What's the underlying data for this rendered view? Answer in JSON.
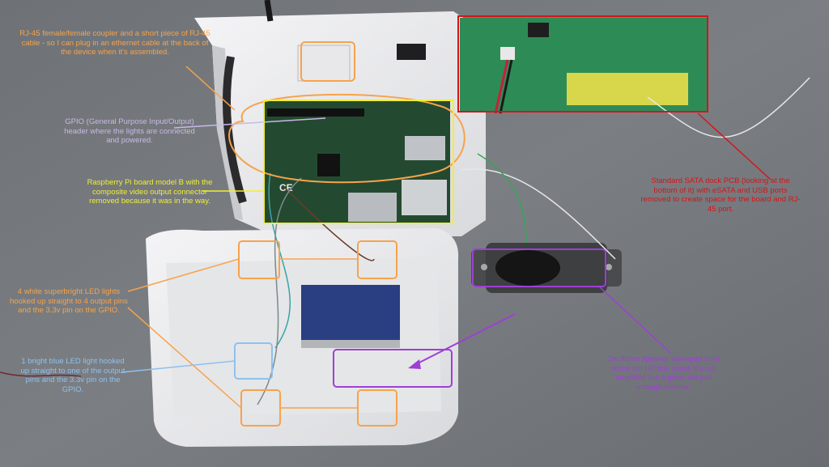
{
  "colors": {
    "orange": "#f7a34b",
    "lavender": "#c9b8e6",
    "yellow": "#f2ee34",
    "blue": "#8fc0ee",
    "red": "#d4151a",
    "purple": "#9d3fd6"
  },
  "annotations": {
    "rj45": "RJ-45 female/female coupler and a short piece of RJ-45 cable - so I can plug in an ethernet cable at the back of the device when it's assembled.",
    "gpio": "GPIO (General Purpose Input/Output) header where the lights are connected and powered.",
    "pi": "Raspberry Pi board model B with the composite video output connector removed because it was in the way.",
    "leds": "4 white superbright LED lights hooked up straight to 4 output pins and the 3.3v pin on the GPIO.",
    "blue_led": "1 bright blue LED light hooked up straight to one of the output pins and the 3.3v pin on the GPIO.",
    "sata": "Standard SATA dock PCB (looking at the bottom of it) with eSATA and USB ports removed to create space for the board and RJ-45 port.",
    "speaker": "2w 8ohm speaker salvaged from some old HP thin client. It's not amplified but it gives out just enough volume."
  },
  "board_print": {
    "ce_mark": "CE"
  }
}
